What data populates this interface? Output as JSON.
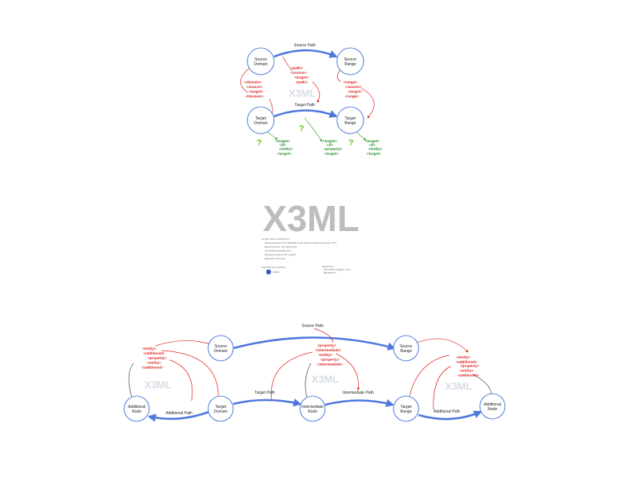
{
  "title": "X3ML",
  "colors": {
    "node_stroke": "#5a86e0",
    "path_arrow": "#4f78dd",
    "red_tag": "#e02020",
    "green_tag": "#2a8a2a",
    "question": "#6cc024",
    "watermark": "#d8dce6"
  },
  "top_diagram": {
    "nodes": {
      "source_domain": [
        "Source",
        "Domain"
      ],
      "source_range": [
        "Source",
        "Range"
      ],
      "target_domain": [
        "Target",
        "Domain"
      ],
      "target_range": [
        "Target",
        "Range"
      ]
    },
    "source_path_label": "Source Path",
    "target_path_label": "Target Path",
    "watermark": "X3ML",
    "tags_domain": [
      "<domain>",
      "<source>",
      "<target>",
      "</domain>"
    ],
    "tags_path": [
      "<path>",
      "<source>",
      "<target>",
      "<path>"
    ],
    "tags_range": [
      "<range>",
      "<source>",
      "<target>",
      "<range>"
    ],
    "tags_green_left": [
      "<target>",
      "<if>",
      "<entity>",
      "<target>"
    ],
    "tags_green_mid": [
      "<target>",
      "<if>",
      "<property>",
      "<target>"
    ],
    "tags_green_right": [
      "<target>",
      "<if>",
      "<entity>",
      "<target>"
    ],
    "question": "?"
  },
  "footer": {
    "lines": [
      "An Open Source Software Tool",
      "Developed as part of the ARIADNE Project (Ariadne Infrastructure Project, FP7)",
      "Based on Karma - 3M mapping tool",
      "ICS-FORTH and Delving B.V.",
      "Developed under the FP7 program",
      "Delving B.V. Summary"
    ],
    "left_caption": "Supported by the following:",
    "left_logo": "ariadne",
    "right_caption": "Support from:",
    "right_lines": [
      "ICS-FORTH, Heraklion, Crete",
      "DELVING B.V."
    ]
  },
  "bottom_diagram": {
    "nodes": {
      "source_domain": [
        "Source",
        "Domain"
      ],
      "source_range": [
        "Source",
        "Range"
      ],
      "target_domain": [
        "Target",
        "Domain"
      ],
      "target_range": [
        "Target",
        "Range"
      ],
      "intermediate_node": [
        "Intermediate",
        "Node"
      ],
      "additional_node_left": [
        "Additional",
        "Node"
      ],
      "additional_node_right": [
        "Additional",
        "Node"
      ]
    },
    "source_path_label": "Source Path",
    "target_path_label": "Target Path",
    "intermediate_path_label": "Intermediate Path",
    "additional_path_left_label": "Additional Path",
    "additional_path_right_label": "Additional Path",
    "watermark": "X3ML",
    "tags_left": [
      "<entity>",
      "<additional>",
      "<property>",
      "<entity>",
      "<additional>"
    ],
    "tags_mid": [
      "<property>",
      "<intermediate>",
      "<entity>",
      "<property>",
      "<intermediate>"
    ],
    "tags_right": [
      "<entity>",
      "<additional>",
      "<property>",
      "<entity>",
      "<additional>"
    ]
  }
}
